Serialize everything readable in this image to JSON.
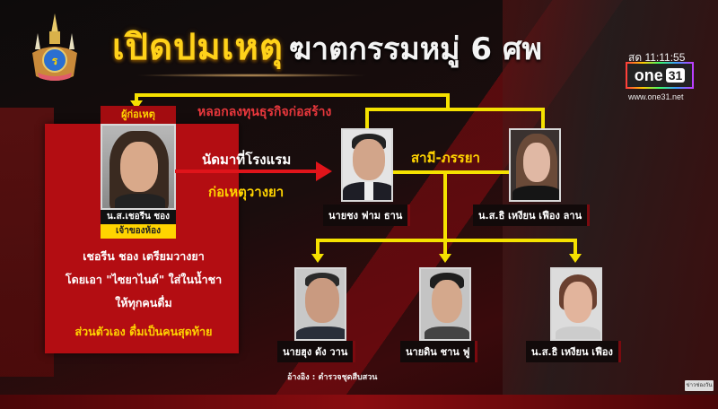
{
  "header": {
    "title_highlight": "เปิดปมเหตุ",
    "title_rest": "ฆาตกรรมหมู่ 6 ศพ",
    "emblem": "royal-emblem-icon"
  },
  "broadcast": {
    "live_label": "สด 11:11:55",
    "channel_name": "one",
    "channel_number": "31",
    "url": "www.one31.net",
    "watermark": "ข่าวช่องวัน"
  },
  "diagram": {
    "perpetrator": {
      "tag": "ผู้ก่อเหตุ",
      "name": "น.ส.เชอรีน ชอง",
      "role": "เจ้าของห้อง"
    },
    "relation_top": "หลอกลงทุนธุรกิจก่อสร้าง",
    "action_line1": "นัดมาที่โรงแรม",
    "action_line2": "ก่อเหตุวางยา",
    "couple_label": "สามี-ภรรยา",
    "husband": {
      "name": "นายชง ฟาม ธาน"
    },
    "wife": {
      "name": "น.ส.ธิ เหงียน เฟือง ลาน"
    },
    "children": [
      {
        "name": "นายฮุง ดัง วาน"
      },
      {
        "name": "นายดิน ชาน ฟู"
      },
      {
        "name": "น.ส.ธิ เหงียน เฟือง"
      }
    ],
    "description": [
      "เชอรีน ชอง เตรียมวางยา",
      "โดยเอา \"ไซยาไนด์\" ใส่ในน้ำชา",
      "ให้ทุกคนดื่ม"
    ],
    "description_highlight": "ส่วนตัวเอง ดื่มเป็นคนสุดท้าย",
    "source": "อ้างอิง : ตำรวจชุดสืบสวน"
  },
  "colors": {
    "title_yellow": "#ffd21a",
    "line_yellow": "#f5e100",
    "accent_red": "#e0141a",
    "panel_red": "#b30d12"
  }
}
